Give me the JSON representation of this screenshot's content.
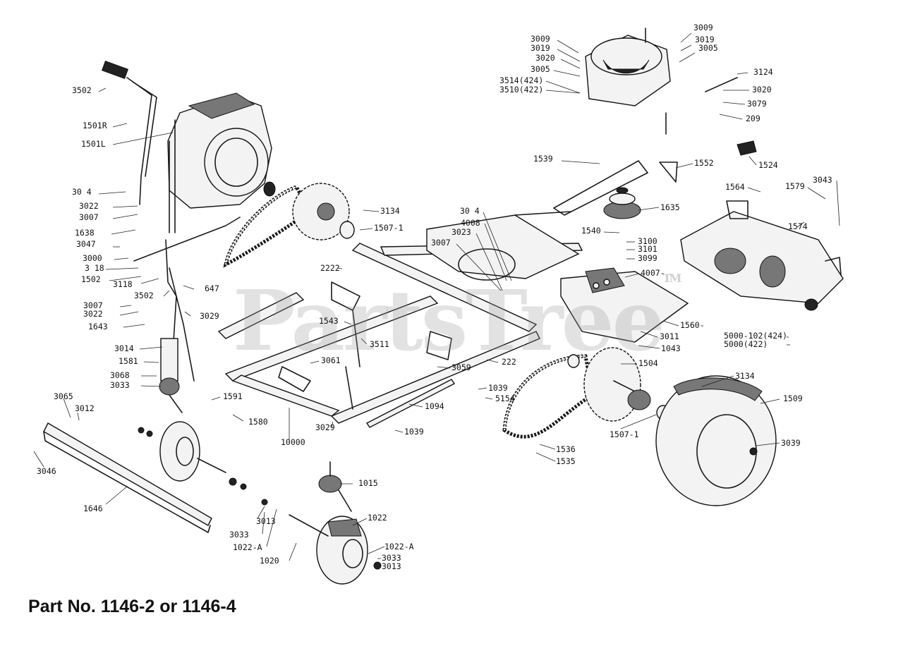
{
  "watermark": {
    "text": "PartsTree",
    "tm": "TM"
  },
  "title": "Part No. 1146-2 or 1146-4",
  "callouts": [
    "3502",
    "1501R",
    "1501L",
    "30 4",
    "3022",
    "3007",
    "1638",
    "3047",
    "3000",
    "3 18",
    "1502",
    "3118",
    "3502",
    "647",
    "3007",
    "3022",
    "1643",
    "3029",
    "3014",
    "1581",
    "3068",
    "3033",
    "3065",
    "3012",
    "3046",
    "1646",
    "1591",
    "1580",
    "10000",
    "3029",
    "1015",
    "3013",
    "3033",
    "1022-A",
    "1020",
    "1022",
    "1022-A",
    "3033",
    "3013",
    "1543",
    "3511",
    "3061",
    "3059",
    "222",
    "1094",
    "1039",
    "1039",
    "5154",
    "2222",
    "3134",
    "1507-1",
    "30 4",
    "4008",
    "3023",
    "3007",
    "1540",
    "3100",
    "3101",
    "3099",
    "4007-",
    "3011",
    "1560-",
    "1043",
    "1504",
    "1507-1",
    "1536",
    "1535",
    "3134",
    "1509",
    "3039",
    "5000-102(424)",
    "5000(422)",
    "1539",
    "1552",
    "1635",
    "1564",
    "1579",
    "3043",
    "1574",
    "3009",
    "3019",
    "3020",
    "3005",
    "3514(424)",
    "3510(422)",
    "3009",
    "3019",
    "3005",
    "3124",
    "3020",
    "3079",
    "209",
    "1524"
  ]
}
